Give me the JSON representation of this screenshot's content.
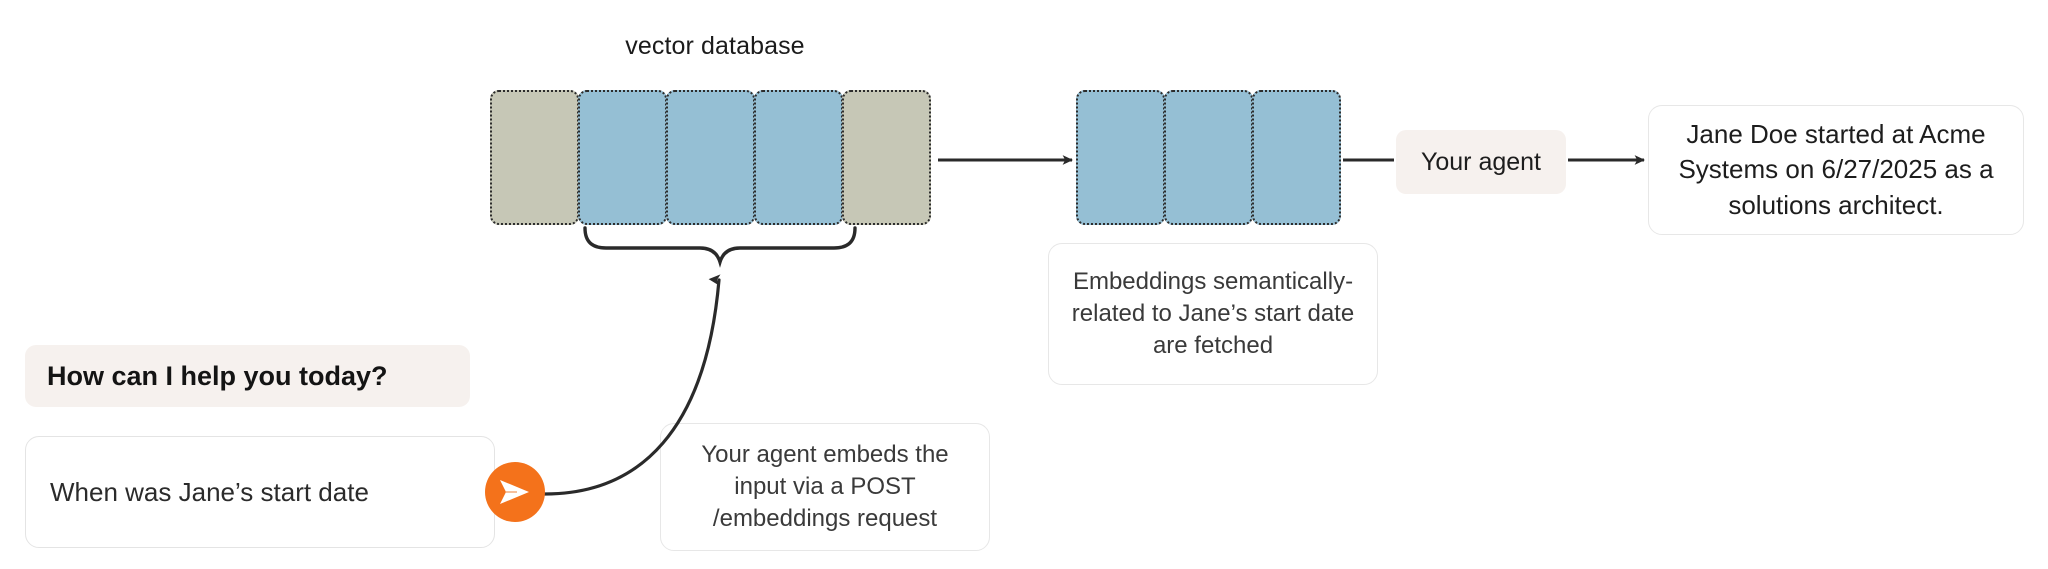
{
  "diagram": {
    "vector_database": {
      "label": "vector database",
      "blocks": [
        {
          "name": "block-1",
          "kind": "tan"
        },
        {
          "name": "block-2",
          "kind": "blue"
        },
        {
          "name": "block-3",
          "kind": "blue"
        },
        {
          "name": "block-4",
          "kind": "blue"
        },
        {
          "name": "block-5",
          "kind": "tan"
        }
      ]
    },
    "fetched_embeddings": {
      "blocks": [
        {
          "name": "fetched-1",
          "kind": "blue"
        },
        {
          "name": "fetched-2",
          "kind": "blue"
        },
        {
          "name": "fetched-3",
          "kind": "blue"
        }
      ],
      "caption": "Embeddings semantically-related to Jane’s start date are fetched"
    },
    "embed_request_note": "Your agent embeds the input via a POST /embeddings request",
    "agent_pill": "Your agent",
    "final_answer": "Jane Doe started at Acme Systems on 6/27/2025 as a solutions architect."
  },
  "chat": {
    "assistant_message": "How can I help you today?",
    "composer_value": "When was Jane’s start date",
    "send_icon": "send-paper-plane-icon"
  },
  "colors": {
    "tan_block": "#c6c7b6",
    "blue_block": "#95bfd4",
    "send_orange": "#f4721b",
    "bubble_beige": "#f6f1ee",
    "stroke": "#2c2c2c"
  }
}
